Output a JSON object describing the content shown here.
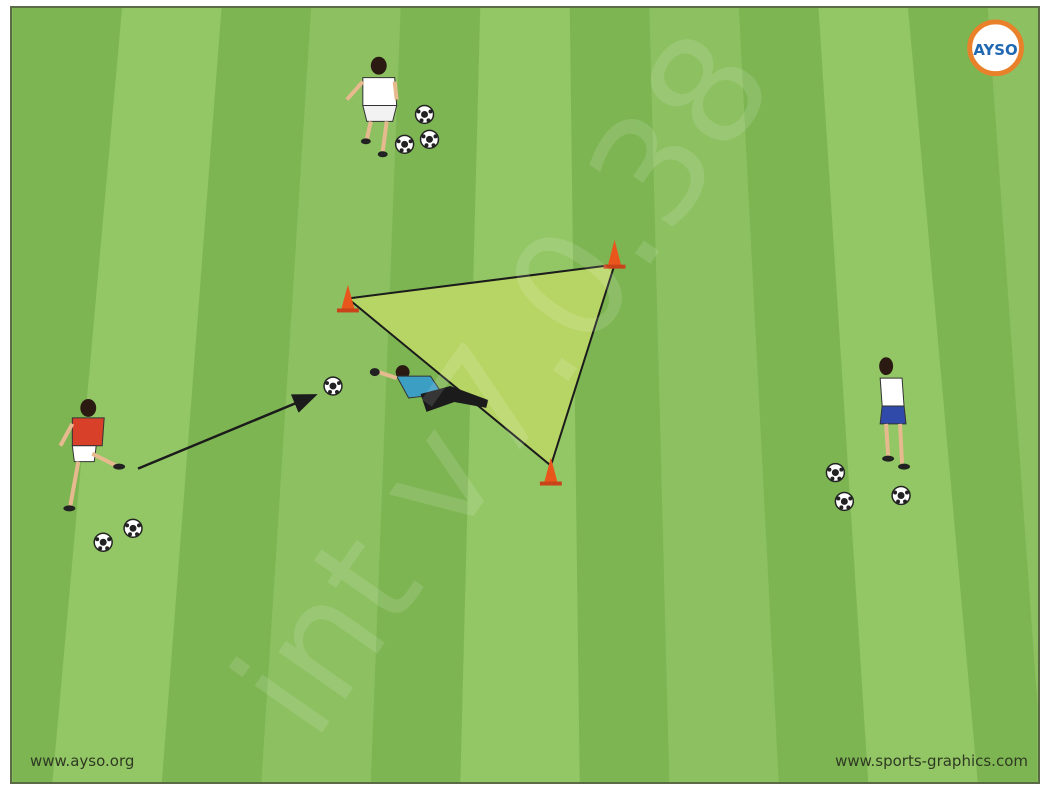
{
  "credits": {
    "left": "www.ayso.org",
    "right": "www.sports-graphics.com"
  },
  "watermark": "int v7.0.38",
  "logo": {
    "text": "AYSO",
    "ring_color": "#e8812a",
    "text_color": "#1f67b1"
  },
  "colors": {
    "field_dark": "#7cb452",
    "field_light": "#95c866",
    "triangle_fill": "#b7d564",
    "cone": "#e8561c",
    "red_kit": "#d8402a",
    "keeper_kit": "#3d9ec4",
    "blue_kit": "#2f4aa8"
  },
  "icons": [
    "ayso-logo-icon",
    "cone-icon",
    "soccer-ball-icon",
    "player-icon",
    "goalkeeper-icon",
    "pass-arrow-icon"
  ]
}
